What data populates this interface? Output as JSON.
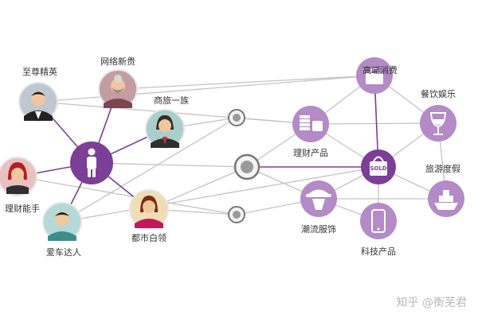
{
  "people": {
    "elite": {
      "label": "至尊精英"
    },
    "net": {
      "label": "网络新贵"
    },
    "biz": {
      "label": "商旅一族"
    },
    "fin": {
      "label": "理财能手"
    },
    "car": {
      "label": "爱车达人"
    },
    "city": {
      "label": "都市白领"
    }
  },
  "products": {
    "lux": {
      "label": "高端消费"
    },
    "din": {
      "label": "餐饮娱乐"
    },
    "finp": {
      "label": "理财产品"
    },
    "sold": {
      "label": "SOLD"
    },
    "trv": {
      "label": "旅游度假"
    },
    "fash": {
      "label": "潮流服饰"
    },
    "tech": {
      "label": "科技产品"
    }
  },
  "watermark": "知乎 @衡芜君",
  "colors": {
    "purple": "#7b3f97",
    "lilac": "#b48ac7",
    "line": "#bdbdbd",
    "dark": "#4a4a4a"
  }
}
